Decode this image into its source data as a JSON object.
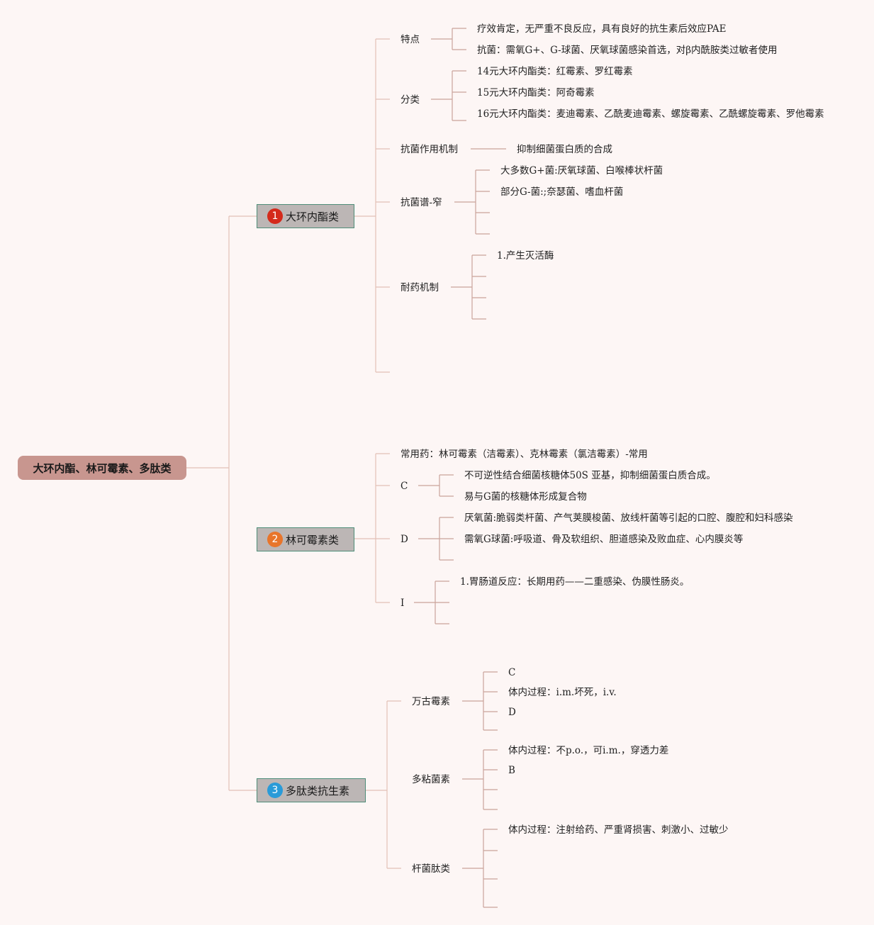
{
  "root": {
    "label": "大环内酯、林可霉素、多肽类"
  },
  "branches": [
    {
      "num": "1",
      "label": "大环内酯类",
      "badge_color": "#d42a1b"
    },
    {
      "num": "2",
      "label": "林可霉素类",
      "badge_color": "#e8752b"
    },
    {
      "num": "3",
      "label": "多肽类抗生素",
      "badge_color": "#2a9bd8"
    }
  ],
  "macrolides": {
    "features": {
      "label": "特点",
      "items": [
        "疗效肯定，无严重不良反应，具有良好的抗生素后效应PAE",
        "抗菌：需氧G+、G-球菌、厌氧球菌感染首选，对β内酰胺类过敏者使用"
      ]
    },
    "classification": {
      "label": "分类",
      "items": [
        "14元大环内酯类：红霉素、罗红霉素",
        "15元大环内酯类：阿奇霉素",
        "16元大环内酯类：麦迪霉素、乙酰麦迪霉素、螺旋霉素、乙酰螺旋霉素、罗他霉素"
      ]
    },
    "mechanism": {
      "label": "抗菌作用机制",
      "item": "抑制细菌蛋白质的合成"
    },
    "spectrum": {
      "label": "抗菌谱-窄",
      "items": [
        "大多数G+菌:厌氧球菌、白喉棒状杆菌",
        "部分G-菌:;奈瑟菌、嗜血杆菌"
      ]
    },
    "resistance": {
      "label": "耐药机制",
      "items": [
        "1.产生灭活酶"
      ]
    }
  },
  "lincomycin": {
    "common": {
      "label": "常用药：林可霉素（洁霉素）、克林霉素（氯洁霉素）-常用"
    },
    "c": {
      "label": "C",
      "items": [
        "不可逆性结合细菌核糖体50S 亚基，抑制细菌蛋白质合成。",
        "易与G菌的核糖体形成复合物"
      ]
    },
    "d": {
      "label": "D",
      "items": [
        "厌氧菌:脆弱类杆菌、产气荚膜梭菌、放线杆菌等引起的口腔、腹腔和妇科感染",
        "需氧G球菌:呼吸道、骨及软组织、胆道感染及败血症、心内膜炎等"
      ]
    },
    "i": {
      "label": "I",
      "items": [
        "1.胃肠道反应：长期用药——二重感染、伪膜性肠炎。"
      ]
    }
  },
  "polypeptides": {
    "vancomycin": {
      "label": "万古霉素",
      "items": [
        "C",
        "体内过程：i.m.坏死，i.v.",
        "D"
      ]
    },
    "polymyxin": {
      "label": "多粘菌素",
      "items": [
        "体内过程：不p.o.，可i.m.，穿透力差",
        "B"
      ]
    },
    "bacitracin": {
      "label": "杆菌肽类",
      "items": [
        "体内过程：注射给药、严重肾损害、刺激小、过敏少"
      ]
    }
  },
  "colors": {
    "background": "#fdf6f5",
    "root_fill": "#c8968f",
    "branch_fill": "#bcb6b5",
    "branch_border": "#4f8d78",
    "line_main": "#e3c0b6",
    "line_leaf": "#caa49b"
  }
}
